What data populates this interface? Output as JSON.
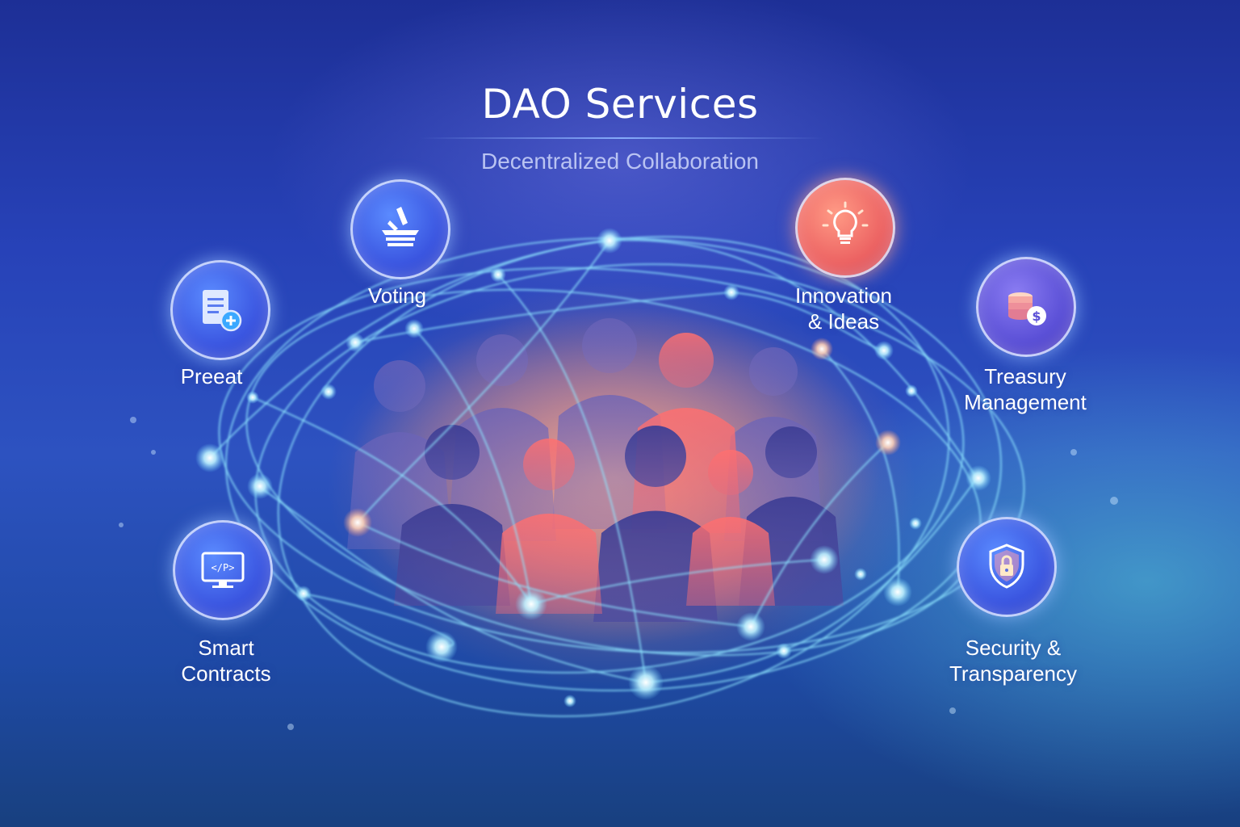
{
  "header": {
    "title": "DAO Services",
    "subtitle": "Decentralized Collaboration"
  },
  "services": {
    "preset": {
      "label": "Preeat",
      "icon": "document-plus-icon"
    },
    "voting": {
      "label": "Voting",
      "icon": "ballot-box-icon"
    },
    "smart_contracts": {
      "label_line1": "Smart",
      "label_line2": "Contracts",
      "icon": "code-monitor-icon"
    },
    "innovation": {
      "label_line1": "Innovation",
      "label_line2": "& Ideas",
      "icon": "lightbulb-icon"
    },
    "treasury": {
      "label_line1": "Treasury",
      "label_line2": "Management",
      "icon": "coins-dollar-icon"
    },
    "security": {
      "label_line1": "Security &",
      "label_line2": "Transparency",
      "icon": "shield-lock-icon"
    }
  },
  "colors": {
    "background_top": "#1d2f96",
    "background_bottom": "#18407f",
    "accent_blue": "#3a55e0",
    "accent_coral": "#ec6262",
    "accent_violet": "#5a4fd6",
    "network_line": "#8fe6ff",
    "node_glow": "#ffffff"
  }
}
